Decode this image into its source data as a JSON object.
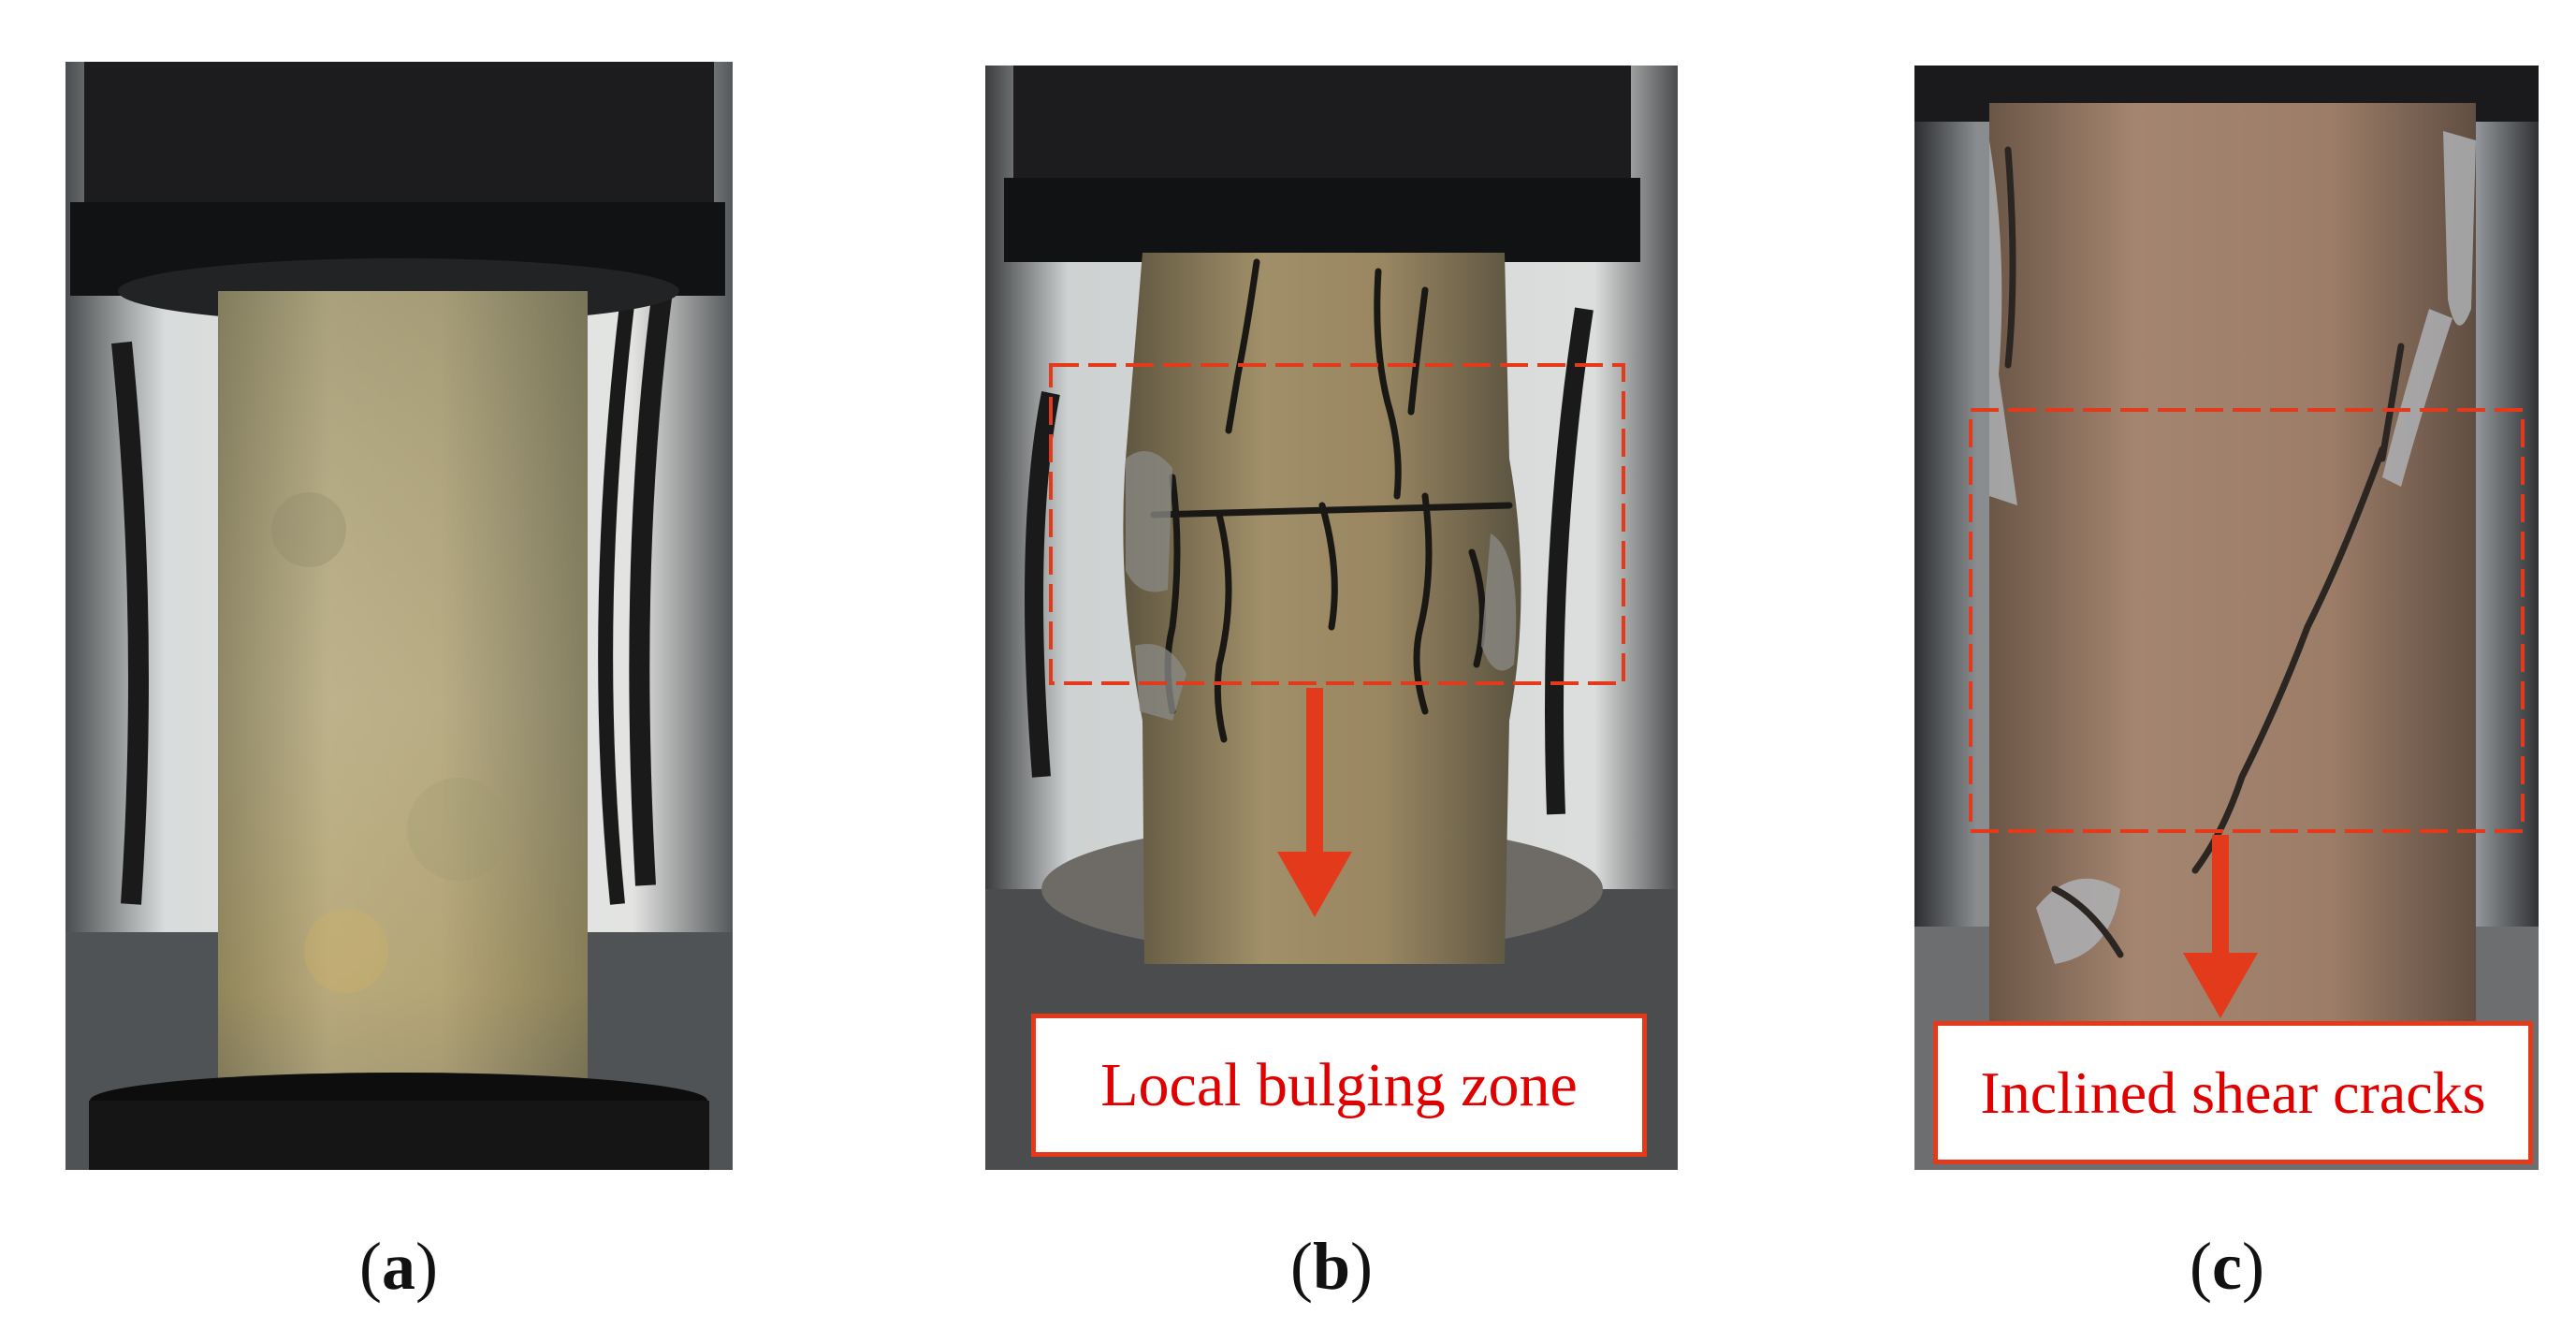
{
  "figure": {
    "panels": [
      {
        "id": "a",
        "caption_open": "(",
        "caption_letter": "a",
        "caption_close": ")",
        "annotation": ""
      },
      {
        "id": "b",
        "caption_open": "(",
        "caption_letter": "b",
        "caption_close": ")",
        "annotation": "Local bulging zone"
      },
      {
        "id": "c",
        "caption_open": "(",
        "caption_letter": "c",
        "caption_close": ")",
        "annotation": "Inclined shear cracks"
      }
    ],
    "colors": {
      "annotation_red": "#e00000",
      "highlight_orange": "#e43a1c",
      "platen_black": "#1c1c1e",
      "specimen_a": "#b5ab85",
      "specimen_b": "#9a8a66",
      "specimen_c": "#9e7f68"
    }
  }
}
